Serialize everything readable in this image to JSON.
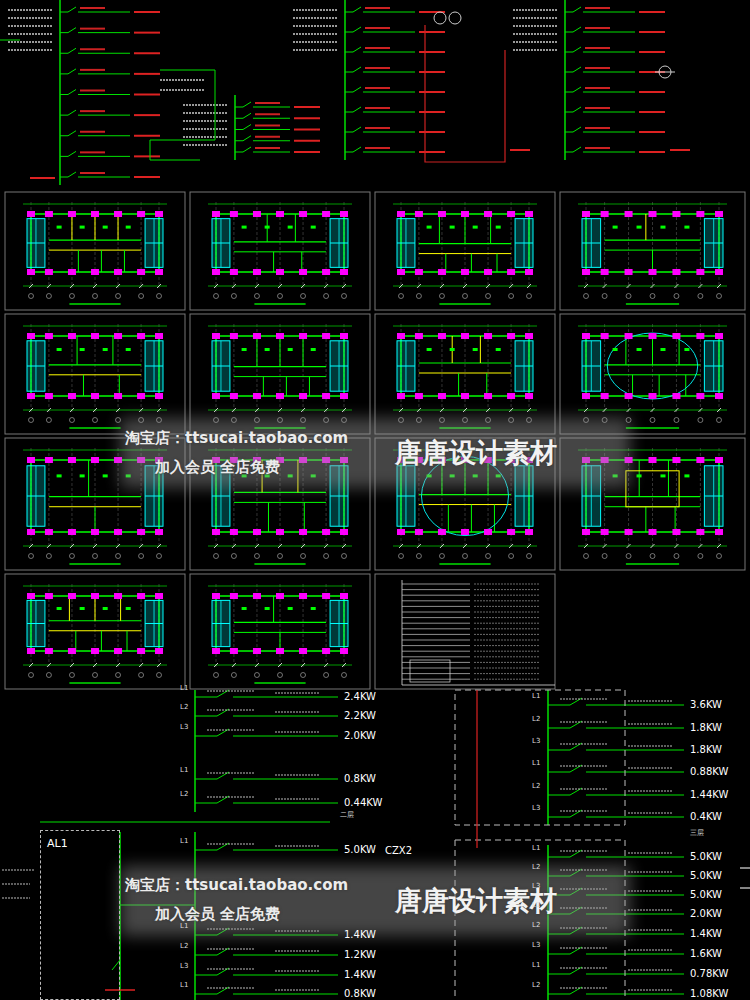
{
  "diagram": {
    "nodes": [
      {
        "text": [
          "AL1"
        ]
      }
    ],
    "labels": [
      "淘宝店：ttsucai.taobao.com",
      "加入会员 全店免费",
      "唐唐设计素材",
      "淘宝店：ttsucai.taobao.com",
      "加入会员 全店免费",
      "唐唐设计素材",
      "2.4KW",
      "2.2KW",
      "2.0KW",
      "0.8KW",
      "0.44KW",
      "L1",
      "L2",
      "L3",
      "L1",
      "L2",
      "二层",
      "5.0KW",
      "1.4KW",
      "1.2KW",
      "1.4KW",
      "0.8KW",
      "L1",
      "L1",
      "L2",
      "L3",
      "L1",
      "CZX2",
      "3.6KW",
      "1.8KW",
      "1.8KW",
      "0.88KW",
      "1.44KW",
      "0.4KW",
      "L1",
      "L2",
      "L3",
      "L1",
      "L2",
      "L3",
      "三层",
      "5.0KW",
      "5.0KW",
      "5.0KW",
      "2.0KW",
      "1.4KW",
      "1.6KW",
      "0.78KW",
      "1.08KW",
      "L1",
      "L2",
      "L3",
      "L1",
      "L2",
      "L3",
      "L1",
      "L2"
    ]
  }
}
